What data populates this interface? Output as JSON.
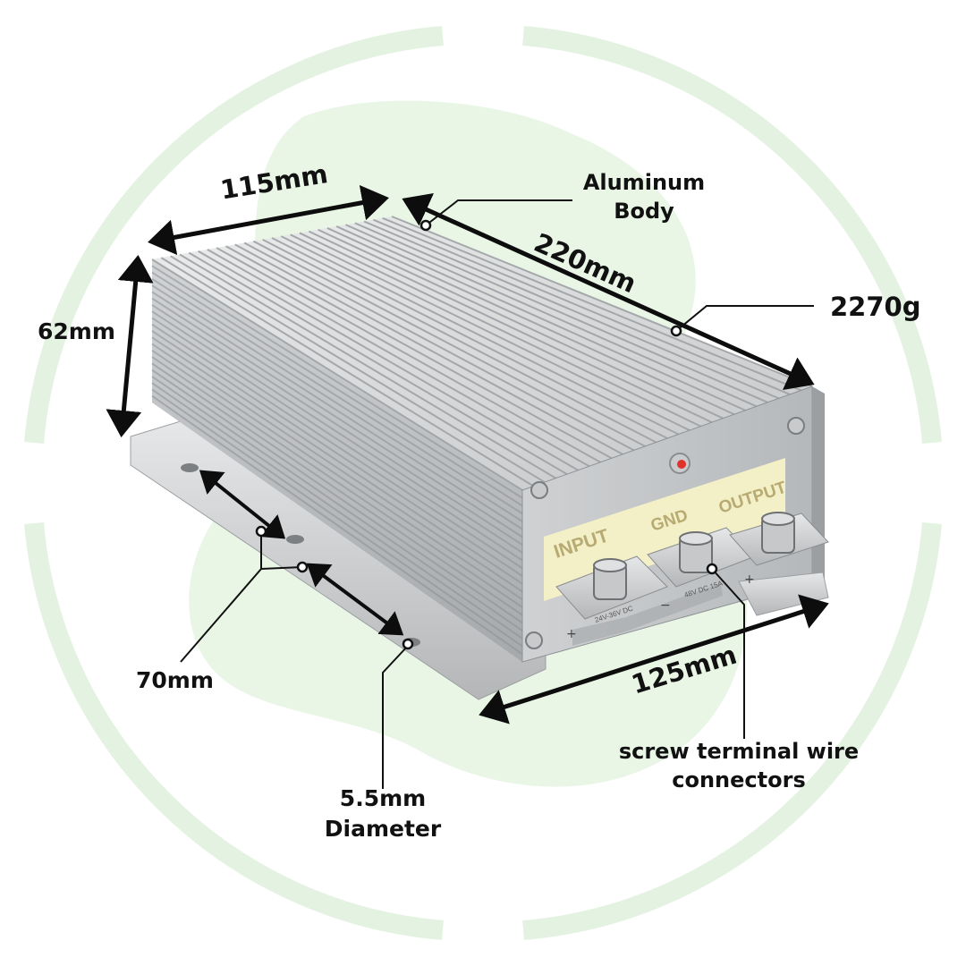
{
  "colors": {
    "ring": "#e4f3e1",
    "blob": "#e9f6e6",
    "body_light": "#dedfe0",
    "body_mid": "#b9bbbd",
    "body_dark": "#8e9194",
    "label_panel": "#f3efc6",
    "arrow": "#0d0d0d"
  },
  "dimensions": {
    "width": "115mm",
    "length": "220mm",
    "height": "62mm",
    "hole_spacing": "70mm",
    "mount_width": "125mm"
  },
  "callouts": {
    "material_line1": "Aluminum",
    "material_line2": "Body",
    "weight": "2270g",
    "hole_line1": "5.5mm",
    "hole_line2": "Diameter",
    "connectors_line1": "screw terminal wire",
    "connectors_line2": "connectors"
  },
  "panel": {
    "input": "INPUT",
    "gnd": "GND",
    "output": "OUTPUT",
    "input_rating": "24V-36V DC",
    "output_rating": "48V DC 15A",
    "plus_sign": "+",
    "minus_sign": "−"
  }
}
